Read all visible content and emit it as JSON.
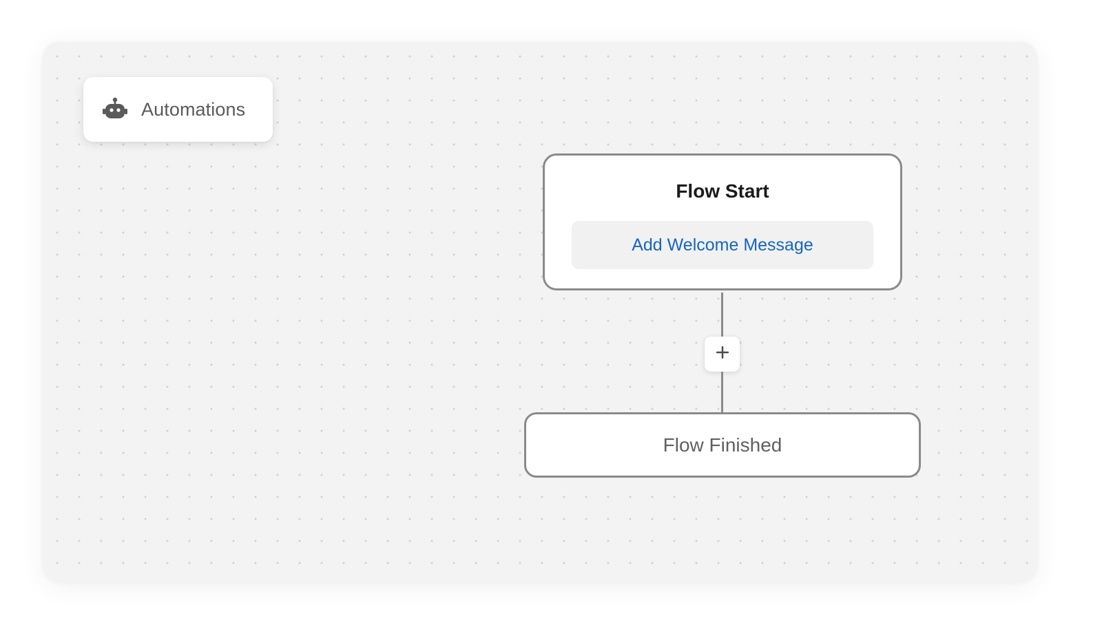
{
  "toolbar": {
    "automations_label": "Automations",
    "icon": "robot-icon"
  },
  "flow": {
    "start_node": {
      "title": "Flow Start",
      "welcome_button_label": "Add Welcome Message"
    },
    "add_step": {
      "icon": "plus-icon"
    },
    "end_node": {
      "label": "Flow Finished"
    }
  },
  "colors": {
    "canvas_background": "#f3f3f3",
    "node_border": "#8a8a8a",
    "link_blue": "#1565c6",
    "icon_gray": "#5a5a5a"
  }
}
